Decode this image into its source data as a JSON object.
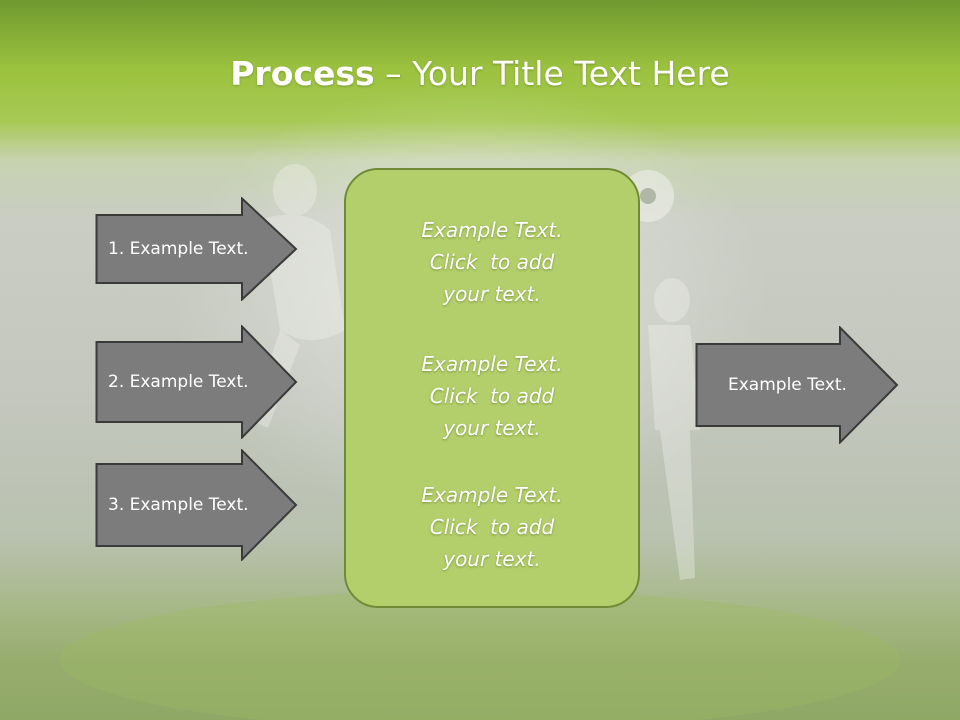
{
  "title": {
    "bold": "Process",
    "rest": " – Your Title Text Here"
  },
  "left_arrows": [
    {
      "label": "1. Example Text."
    },
    {
      "label": "2. Example Text."
    },
    {
      "label": "3. Example Text."
    }
  ],
  "center_blocks": [
    {
      "lines": [
        "Example Text.",
        "Click  to add",
        "your text."
      ]
    },
    {
      "lines": [
        "Example Text.",
        "Click  to add",
        "your text."
      ]
    },
    {
      "lines": [
        "Example Text.",
        "Click  to add",
        "your text."
      ]
    }
  ],
  "right_arrow": {
    "label": "Example Text."
  },
  "colors": {
    "arrow_fill": "#7c7c7c",
    "arrow_stroke": "#3a3a3a",
    "box_fill": "#b3cf6b",
    "box_stroke": "#6f8b35",
    "header_green": "#9cc23f"
  }
}
